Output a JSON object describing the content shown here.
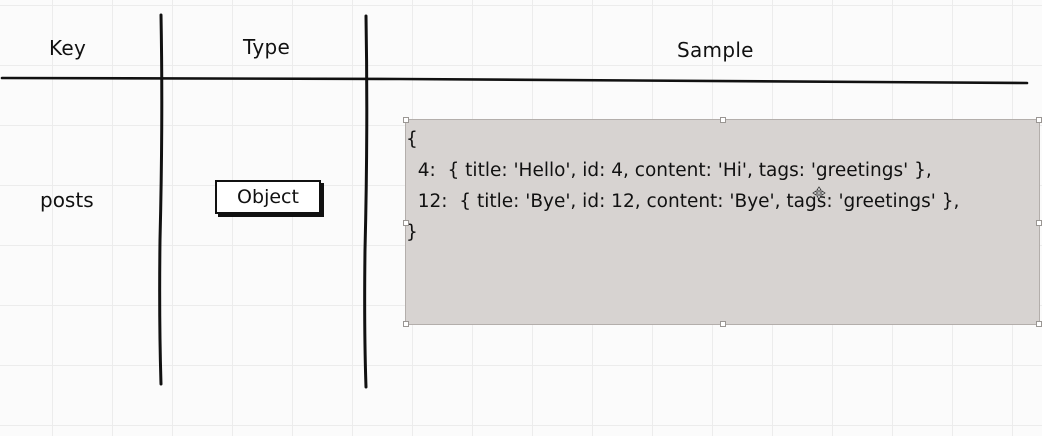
{
  "table": {
    "headers": {
      "key": "Key",
      "type": "Type",
      "sample": "Sample"
    },
    "rows": [
      {
        "key": "posts",
        "type": "Object",
        "sample_lines": [
          "{",
          "  4:  { title: 'Hello', id: 4, content: 'Hi', tags: 'greetings' },",
          "  12:  { title: 'Bye', id: 12, content: 'Bye', tags: 'greetings' },",
          "}"
        ]
      }
    ]
  },
  "colors": {
    "background": "#fbfbfb",
    "grid": "#ececec",
    "sample_fill": "#d7d3d1",
    "ink": "#111111"
  },
  "icons": {
    "cursor": "move-cursor-icon"
  }
}
